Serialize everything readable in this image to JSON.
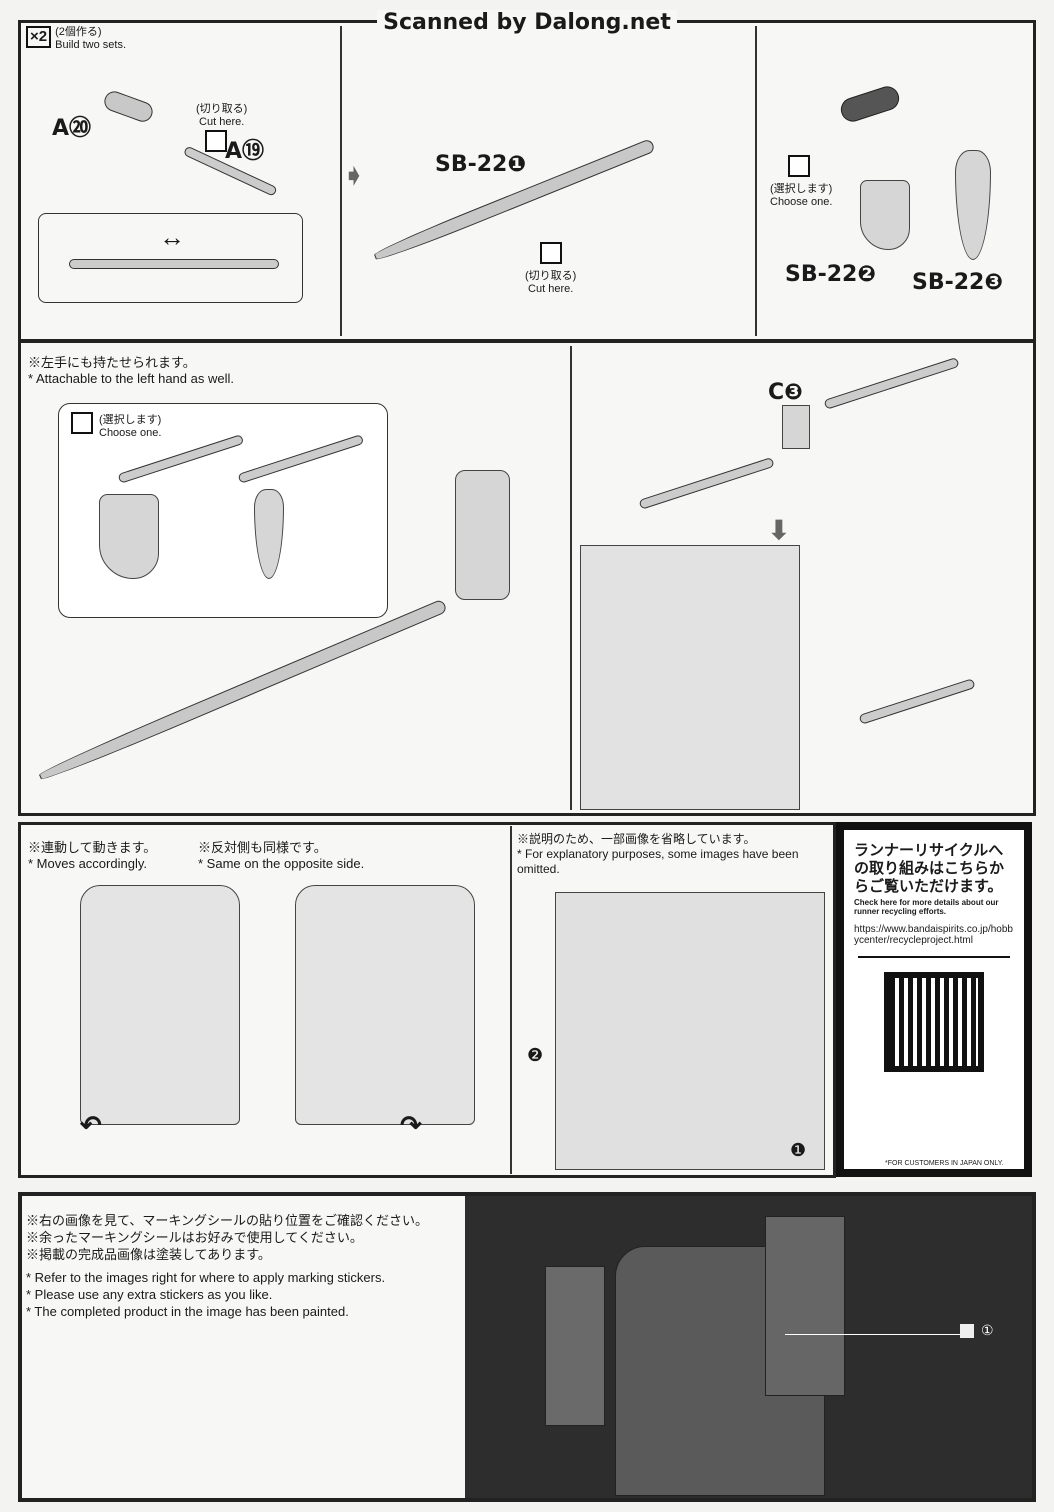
{
  "watermark": "Scanned by Dalong.net",
  "step1": {
    "build_badge": "×2",
    "build_jp": "(2個作る)",
    "build_en": "Build two sets.",
    "cut_jp": "(切り取る)",
    "cut_en": "Cut here.",
    "part_a20": "A⑳",
    "part_a19": "A⑲"
  },
  "step2": {
    "part": "SB-22❶",
    "cut_jp": "(切り取る)",
    "cut_en": "Cut here."
  },
  "step3": {
    "choose_jp": "(選択します)",
    "choose_en": "Choose one.",
    "part2": "SB-22❷",
    "part3": "SB-22❸"
  },
  "step4": {
    "note_jp": "※左手にも持たせられます。",
    "note_en": "* Attachable to the left hand as well.",
    "choose_jp": "(選択します)",
    "choose_en": "Choose one."
  },
  "step5": {
    "part": "C❸"
  },
  "step6": {
    "note1_jp": "※連動して動きます。",
    "note1_en": "* Moves accordingly.",
    "note2_jp": "※反対側も同様です。",
    "note2_en": "* Same on the opposite side."
  },
  "step7": {
    "note_jp": "※説明のため、一部画像を省略しています。",
    "note_en": "* For explanatory purposes, some images have been omitted.",
    "arrow1": "❶",
    "arrow2": "❷"
  },
  "recycle": {
    "title_jp": "ランナーリサイクルへの取り組みはこちらからご覧いただけます。",
    "desc_en": "Check here for more details about our runner recycling efforts.",
    "url": "https://www.bandaispirits.co.jp/hobbycenter/recycleproject.html",
    "japan_only": "*FOR CUSTOMERS IN JAPAN ONLY."
  },
  "stickers": {
    "lines_jp": [
      "※右の画像を見て、マーキングシールの貼り位置をご確認ください。",
      "※余ったマーキングシールはお好みで使用してください。",
      "※掲載の完成品画像は塗装してあります。"
    ],
    "lines_en": [
      "* Refer to the images right for where to apply marking stickers.",
      "* Please use any extra stickers as you like.",
      "* The completed product in the image has been painted."
    ],
    "callout": "①"
  }
}
